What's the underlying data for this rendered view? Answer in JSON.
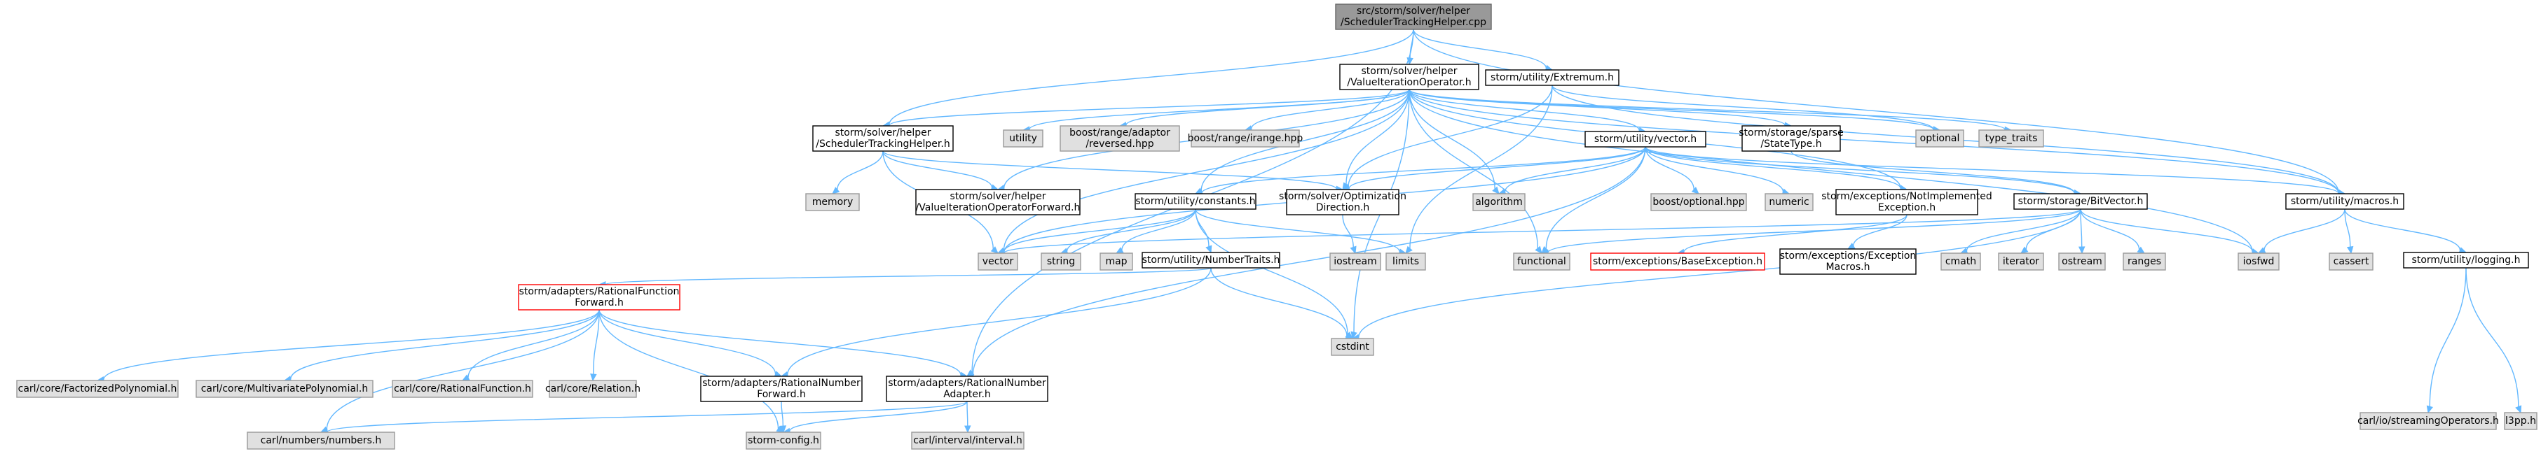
{
  "colors": {
    "root_fill": "#999999",
    "root_stroke": "#666666",
    "documented_fill": "#ffffff",
    "documented_stroke": "#000000",
    "external_fill": "#e0e0e0",
    "external_stroke": "#999999",
    "highlight_stroke": "#ff0000",
    "edge": "#63b8ff"
  },
  "nodes": [
    {
      "id": "root",
      "kind": "root",
      "lines": [
        "src/storm/solver/helper",
        "/SchedulerTrackingHelper.cpp"
      ]
    },
    {
      "id": "vio",
      "kind": "doc",
      "lines": [
        "storm/solver/helper",
        "/ValueIterationOperator.h"
      ]
    },
    {
      "id": "extremum",
      "kind": "doc",
      "lines": [
        "storm/utility/Extremum.h"
      ]
    },
    {
      "id": "sth",
      "kind": "doc",
      "lines": [
        "storm/solver/helper",
        "/SchedulerTrackingHelper.h"
      ]
    },
    {
      "id": "utility",
      "kind": "ext",
      "lines": [
        "utility"
      ]
    },
    {
      "id": "reversed",
      "kind": "ext",
      "lines": [
        "boost/range/adaptor",
        "/reversed.hpp"
      ]
    },
    {
      "id": "irange",
      "kind": "ext",
      "lines": [
        "boost/range/irange.hpp"
      ]
    },
    {
      "id": "uvector",
      "kind": "doc",
      "lines": [
        "storm/utility/vector.h"
      ]
    },
    {
      "id": "statetype",
      "kind": "doc",
      "lines": [
        "storm/storage/sparse",
        "/StateType.h"
      ]
    },
    {
      "id": "optional",
      "kind": "ext",
      "lines": [
        "optional"
      ]
    },
    {
      "id": "typetraits",
      "kind": "ext",
      "lines": [
        "type_traits"
      ]
    },
    {
      "id": "memory",
      "kind": "ext",
      "lines": [
        "memory"
      ]
    },
    {
      "id": "viofwd",
      "kind": "doc",
      "lines": [
        "storm/solver/helper",
        "/ValueIterationOperatorForward.h"
      ]
    },
    {
      "id": "constants",
      "kind": "doc",
      "lines": [
        "storm/utility/constants.h"
      ]
    },
    {
      "id": "optdir",
      "kind": "doc",
      "lines": [
        "storm/solver/Optimization",
        "Direction.h"
      ]
    },
    {
      "id": "algorithm",
      "kind": "ext",
      "lines": [
        "algorithm"
      ]
    },
    {
      "id": "boostopt",
      "kind": "ext",
      "lines": [
        "boost/optional.hpp"
      ]
    },
    {
      "id": "numeric",
      "kind": "ext",
      "lines": [
        "numeric"
      ]
    },
    {
      "id": "notimpl",
      "kind": "doc",
      "lines": [
        "storm/exceptions/NotImplemented",
        "Exception.h"
      ]
    },
    {
      "id": "bitvector",
      "kind": "doc",
      "lines": [
        "storm/storage/BitVector.h"
      ]
    },
    {
      "id": "macros",
      "kind": "doc",
      "lines": [
        "storm/utility/macros.h"
      ]
    },
    {
      "id": "vector",
      "kind": "ext",
      "lines": [
        "vector"
      ]
    },
    {
      "id": "string",
      "kind": "ext",
      "lines": [
        "string"
      ]
    },
    {
      "id": "map",
      "kind": "ext",
      "lines": [
        "map"
      ]
    },
    {
      "id": "numtraits",
      "kind": "doc",
      "lines": [
        "storm/utility/NumberTraits.h"
      ]
    },
    {
      "id": "iostream",
      "kind": "ext",
      "lines": [
        "iostream"
      ]
    },
    {
      "id": "limits",
      "kind": "ext",
      "lines": [
        "limits"
      ]
    },
    {
      "id": "functional",
      "kind": "ext",
      "lines": [
        "functional"
      ]
    },
    {
      "id": "baseexc",
      "kind": "hl",
      "lines": [
        "storm/exceptions/BaseException.h"
      ]
    },
    {
      "id": "excmacros",
      "kind": "doc",
      "lines": [
        "storm/exceptions/Exception",
        "Macros.h"
      ]
    },
    {
      "id": "cmath",
      "kind": "ext",
      "lines": [
        "cmath"
      ]
    },
    {
      "id": "iterator",
      "kind": "ext",
      "lines": [
        "iterator"
      ]
    },
    {
      "id": "ostream",
      "kind": "ext",
      "lines": [
        "ostream"
      ]
    },
    {
      "id": "ranges",
      "kind": "ext",
      "lines": [
        "ranges"
      ]
    },
    {
      "id": "iosfwd",
      "kind": "ext",
      "lines": [
        "iosfwd"
      ]
    },
    {
      "id": "cassert",
      "kind": "ext",
      "lines": [
        "cassert"
      ]
    },
    {
      "id": "logging",
      "kind": "doc",
      "lines": [
        "storm/utility/logging.h"
      ]
    },
    {
      "id": "rff",
      "kind": "hl",
      "lines": [
        "storm/adapters/RationalFunction",
        "Forward.h"
      ]
    },
    {
      "id": "cstdint",
      "kind": "ext",
      "lines": [
        "cstdint"
      ]
    },
    {
      "id": "carlfact",
      "kind": "ext",
      "lines": [
        "carl/core/FactorizedPolynomial.h"
      ]
    },
    {
      "id": "carlmulti",
      "kind": "ext",
      "lines": [
        "carl/core/MultivariatePolynomial.h"
      ]
    },
    {
      "id": "carlratf",
      "kind": "ext",
      "lines": [
        "carl/core/RationalFunction.h"
      ]
    },
    {
      "id": "carlrel",
      "kind": "ext",
      "lines": [
        "carl/core/Relation.h"
      ]
    },
    {
      "id": "rnf",
      "kind": "doc",
      "lines": [
        "storm/adapters/RationalNumber",
        "Forward.h"
      ]
    },
    {
      "id": "rna",
      "kind": "doc",
      "lines": [
        "storm/adapters/RationalNumber",
        "Adapter.h"
      ]
    },
    {
      "id": "carlio",
      "kind": "ext",
      "lines": [
        "carl/io/streamingOperators.h"
      ]
    },
    {
      "id": "l3pp",
      "kind": "ext",
      "lines": [
        "l3pp.h"
      ]
    },
    {
      "id": "carlnum",
      "kind": "ext",
      "lines": [
        "carl/numbers/numbers.h"
      ]
    },
    {
      "id": "stormcfg",
      "kind": "ext",
      "lines": [
        "storm-config.h"
      ]
    },
    {
      "id": "carlint",
      "kind": "ext",
      "lines": [
        "carl/interval/interval.h"
      ]
    }
  ],
  "edges": [
    [
      "root",
      "vio"
    ],
    [
      "root",
      "extremum"
    ],
    [
      "root",
      "sth"
    ],
    [
      "root",
      "macros"
    ],
    [
      "root",
      "rna"
    ],
    [
      "vio",
      "sth"
    ],
    [
      "vio",
      "utility"
    ],
    [
      "vio",
      "reversed"
    ],
    [
      "vio",
      "irange"
    ],
    [
      "vio",
      "uvector"
    ],
    [
      "vio",
      "statetype"
    ],
    [
      "vio",
      "optional"
    ],
    [
      "vio",
      "typetraits"
    ],
    [
      "vio",
      "viofwd"
    ],
    [
      "vio",
      "constants"
    ],
    [
      "vio",
      "optdir"
    ],
    [
      "vio",
      "algorithm"
    ],
    [
      "vio",
      "functional"
    ],
    [
      "vio",
      "vector"
    ],
    [
      "vio",
      "notimpl"
    ],
    [
      "vio",
      "macros"
    ],
    [
      "vio",
      "iosfwd"
    ],
    [
      "vio",
      "cstdint"
    ],
    [
      "extremum",
      "optional"
    ],
    [
      "extremum",
      "optdir"
    ],
    [
      "extremum",
      "limits"
    ],
    [
      "extremum",
      "macros"
    ],
    [
      "sth",
      "memory"
    ],
    [
      "sth",
      "viofwd"
    ],
    [
      "sth",
      "vector"
    ],
    [
      "sth",
      "optdir"
    ],
    [
      "uvector",
      "constants"
    ],
    [
      "uvector",
      "optdir"
    ],
    [
      "uvector",
      "algorithm"
    ],
    [
      "uvector",
      "boostopt"
    ],
    [
      "uvector",
      "numeric"
    ],
    [
      "uvector",
      "functional"
    ],
    [
      "uvector",
      "vector"
    ],
    [
      "uvector",
      "bitvector"
    ],
    [
      "uvector",
      "macros"
    ],
    [
      "uvector",
      "rna"
    ],
    [
      "uvector",
      "notimpl"
    ],
    [
      "statetype",
      "bitvector"
    ],
    [
      "constants",
      "vector"
    ],
    [
      "constants",
      "string"
    ],
    [
      "constants",
      "map"
    ],
    [
      "constants",
      "numtraits"
    ],
    [
      "constants",
      "limits"
    ],
    [
      "constants",
      "cstdint"
    ],
    [
      "optdir",
      "iostream"
    ],
    [
      "notimpl",
      "baseexc"
    ],
    [
      "notimpl",
      "excmacros"
    ],
    [
      "bitvector",
      "functional"
    ],
    [
      "bitvector",
      "vector"
    ],
    [
      "bitvector",
      "cmath"
    ],
    [
      "bitvector",
      "iterator"
    ],
    [
      "bitvector",
      "ostream"
    ],
    [
      "bitvector",
      "ranges"
    ],
    [
      "bitvector",
      "iosfwd"
    ],
    [
      "bitvector",
      "cstdint"
    ],
    [
      "macros",
      "iosfwd"
    ],
    [
      "macros",
      "cassert"
    ],
    [
      "macros",
      "logging"
    ],
    [
      "logging",
      "carlio"
    ],
    [
      "logging",
      "l3pp"
    ],
    [
      "numtraits",
      "rff"
    ],
    [
      "numtraits",
      "rnf"
    ],
    [
      "numtraits",
      "cstdint"
    ],
    [
      "rff",
      "carlfact"
    ],
    [
      "rff",
      "carlmulti"
    ],
    [
      "rff",
      "carlratf"
    ],
    [
      "rff",
      "carlrel"
    ],
    [
      "rff",
      "rnf"
    ],
    [
      "rff",
      "rna"
    ],
    [
      "rff",
      "carlnum"
    ],
    [
      "rff",
      "stormcfg"
    ],
    [
      "rnf",
      "stormcfg"
    ],
    [
      "rna",
      "carlnum"
    ],
    [
      "rna",
      "stormcfg"
    ],
    [
      "rna",
      "carlint"
    ]
  ]
}
